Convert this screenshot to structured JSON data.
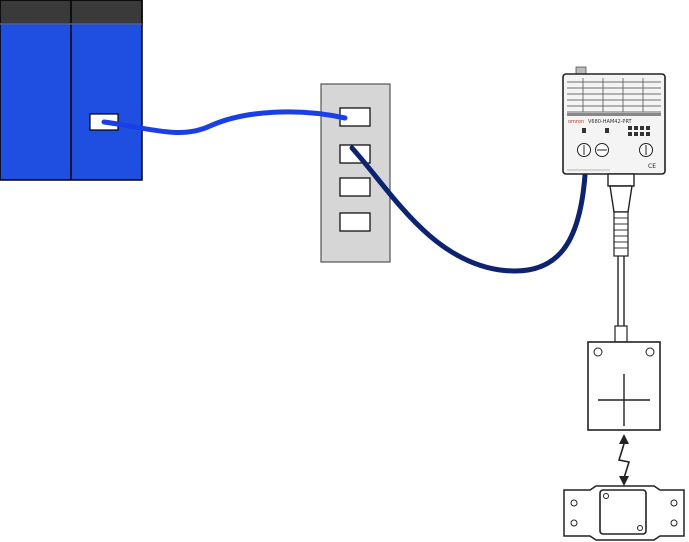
{
  "diagram": {
    "controller": {
      "name": "plc-rack",
      "body_color": "#1f4fe0",
      "header_color": "#3a3a3a"
    },
    "junction": {
      "name": "junction-module",
      "body_color": "#d6d6d6",
      "port_count": 4
    },
    "interface_unit": {
      "name": "rfid-interface-unit",
      "model_label": "V680-HAM42-PRT",
      "brand_label": "omron",
      "ce_mark": "CE"
    },
    "antenna": {
      "name": "read-write-antenna"
    },
    "tag": {
      "name": "rfid-tag"
    },
    "cables": [
      {
        "name": "plc-to-junction-cable",
        "color": "#1a3fe8"
      },
      {
        "name": "junction-to-interface-cable",
        "color": "#0d2370"
      }
    ]
  }
}
